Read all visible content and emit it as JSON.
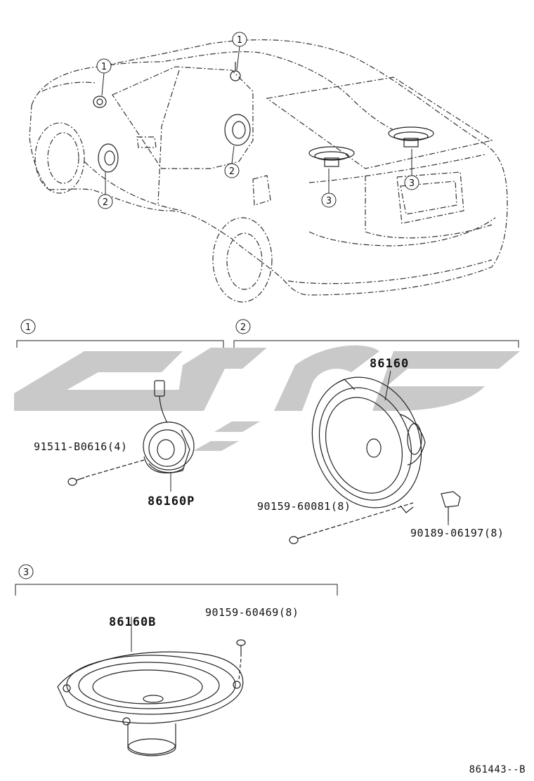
{
  "callouts": [
    "1",
    "2",
    "3"
  ],
  "parts": {
    "p86160": "86160",
    "p86160P": "86160P",
    "p86160B": "86160B",
    "p91511": "91511-B0616(4)",
    "p90159_60081": "90159-60081(8)",
    "p90189": "90189-06197(8)",
    "p90159_60469": "90159-60469(8)"
  },
  "diagram_code": "861443--B",
  "colors": {
    "line": "#222222",
    "watermark": "#c9c9c9"
  }
}
